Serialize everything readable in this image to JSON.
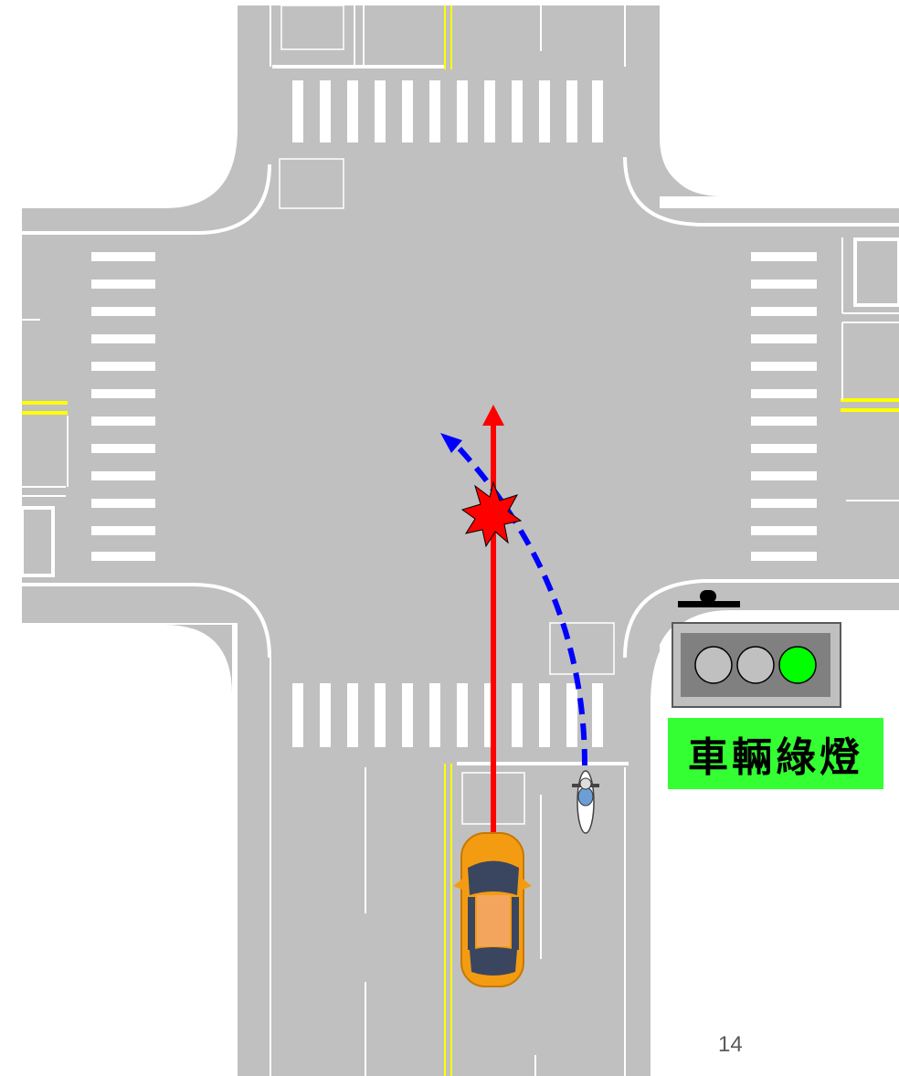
{
  "signal": {
    "label": "車輛綠燈",
    "lights": [
      {
        "name": "red-light",
        "state": "off",
        "color": "#c0c0c0"
      },
      {
        "name": "yellow-light",
        "state": "off",
        "color": "#c0c0c0"
      },
      {
        "name": "green-light",
        "state": "on",
        "color": "#00ff00"
      }
    ]
  },
  "page_number": "14",
  "colors": {
    "road": "#c0c0c0",
    "marking": "#ffffff",
    "center_line": "#ffff00",
    "car_path": "#ff0000",
    "scooter_path": "#0000ff",
    "car_body": "#f39c12",
    "label_background": "#33ff33",
    "collision": "#ff0000"
  }
}
